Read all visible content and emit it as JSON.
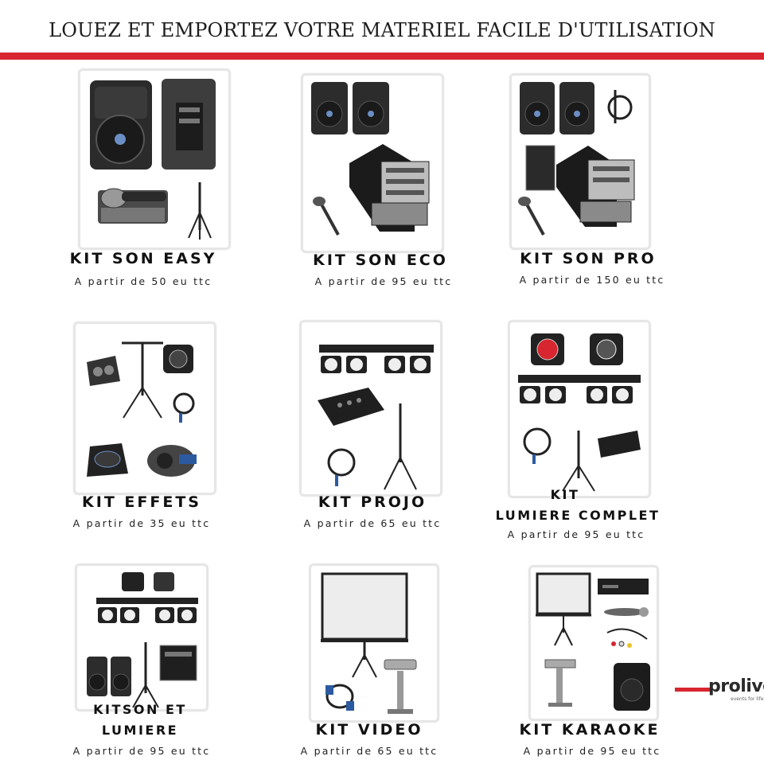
{
  "header": {
    "title": "LOUEZ ET EMPORTEZ VOTRE MATERIEL FACILE D'UTILISATION"
  },
  "kits": [
    {
      "name": "KIT SON EASY",
      "price": "A partir de 50 eu ttc"
    },
    {
      "name": "KIT SON ECO",
      "price": "A partir de 95 eu ttc"
    },
    {
      "name": "KIT SON PRO",
      "price": "A partir de 150 eu ttc"
    },
    {
      "name": "KIT EFFETS",
      "price": "A partir de 35 eu ttc"
    },
    {
      "name": "KIT PROJO",
      "price": "A partir de 65 eu ttc"
    },
    {
      "name_line1": "KIT",
      "name_line2": "LUMIERE COMPLET",
      "price": "A partir de 95 eu ttc"
    },
    {
      "name_line1": "KITSON ET",
      "name_line2": "LUMIERE",
      "price": "A partir de 95 eu ttc"
    },
    {
      "name": "KIT VIDEO",
      "price": "A partir de 65 eu ttc"
    },
    {
      "name": "KIT KARAOKE",
      "price": "A partir de 95 eu ttc"
    }
  ],
  "logo": {
    "pro": "pro",
    "live": "live",
    "tagline": "events for life"
  },
  "colors": {
    "accent": "#d7262f",
    "text": "#111111"
  }
}
